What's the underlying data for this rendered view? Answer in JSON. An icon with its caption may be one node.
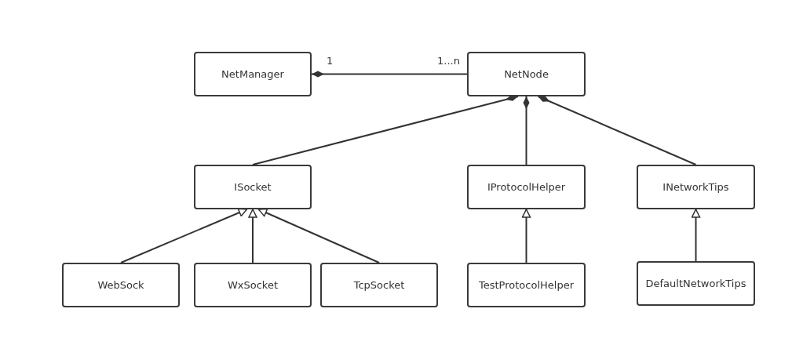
{
  "diagram": {
    "nodes": [
      {
        "text": [
          "NetManager"
        ]
      },
      {
        "text": [
          "NetNode"
        ]
      },
      {
        "text": [
          "ISocket"
        ]
      },
      {
        "text": [
          "IProtocolHelper"
        ]
      },
      {
        "text": [
          "INetworkTips"
        ]
      },
      {
        "text": [
          "WebSock"
        ]
      },
      {
        "text": [
          "WxSocket"
        ]
      },
      {
        "text": [
          "TcpSocket"
        ]
      },
      {
        "text": [
          "TestProtocolHelper"
        ]
      },
      {
        "text": [
          "DefaultNetworkTips"
        ]
      }
    ],
    "edges": [
      {
        "from": 1,
        "to": 0,
        "arrow": "other"
      },
      {
        "from": 2,
        "to": 1,
        "arrow": "other"
      },
      {
        "from": 3,
        "to": 1,
        "arrow": "other"
      },
      {
        "from": 4,
        "to": 1,
        "arrow": "other"
      },
      {
        "from": 5,
        "to": 2,
        "arrow": "to"
      },
      {
        "from": 6,
        "to": 2,
        "arrow": "to"
      },
      {
        "from": 7,
        "to": 2,
        "arrow": "to"
      },
      {
        "from": 8,
        "to": 3,
        "arrow": "to"
      },
      {
        "from": 9,
        "to": 4,
        "arrow": "to"
      }
    ],
    "labels": [
      "1",
      "1...n"
    ]
  }
}
